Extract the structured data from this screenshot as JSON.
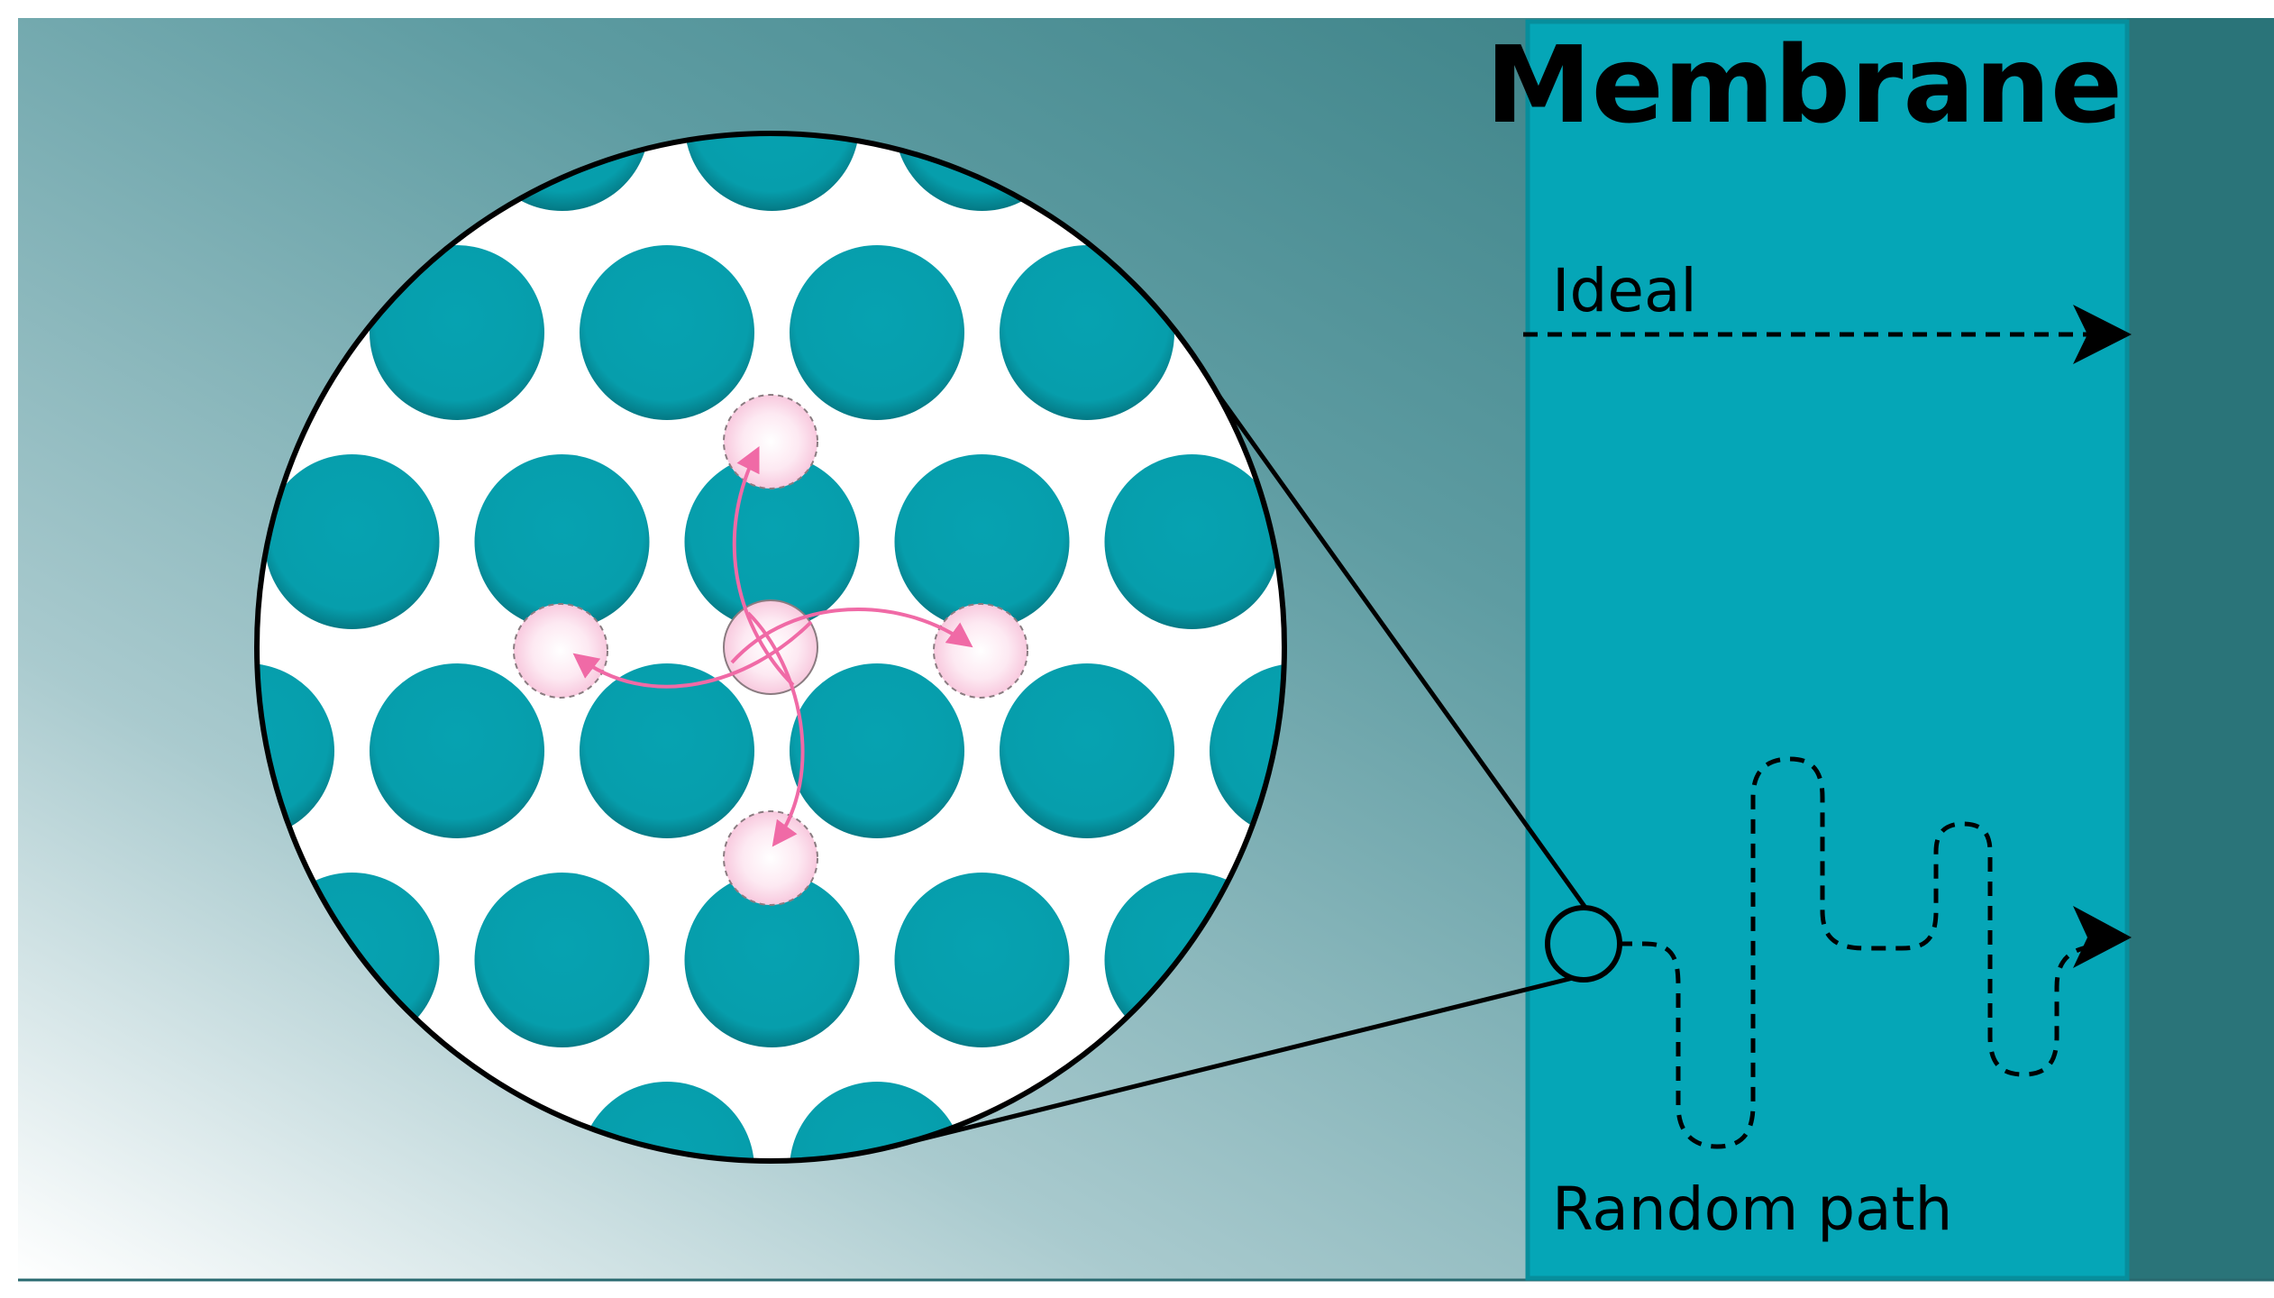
{
  "labels": {
    "membrane_title": "Membrane",
    "ideal": "Ideal",
    "random_path": "Random path"
  },
  "colors": {
    "membrane_fill": "#05a7b8",
    "membrane_border": "#078e9c",
    "particle_teal": "#069fae",
    "particle_dark": "#04707c",
    "bg_dark": "#2f7b80",
    "bg_light": "#ffffff",
    "right_strip": "#287378",
    "diffusion_pink": "#f06aa6",
    "vacancy_fill": "#fce4ef",
    "line": "#000000"
  },
  "icons": {
    "ideal_arrow": "arrowhead-right-icon",
    "random_arrow": "arrowhead-right-icon"
  }
}
